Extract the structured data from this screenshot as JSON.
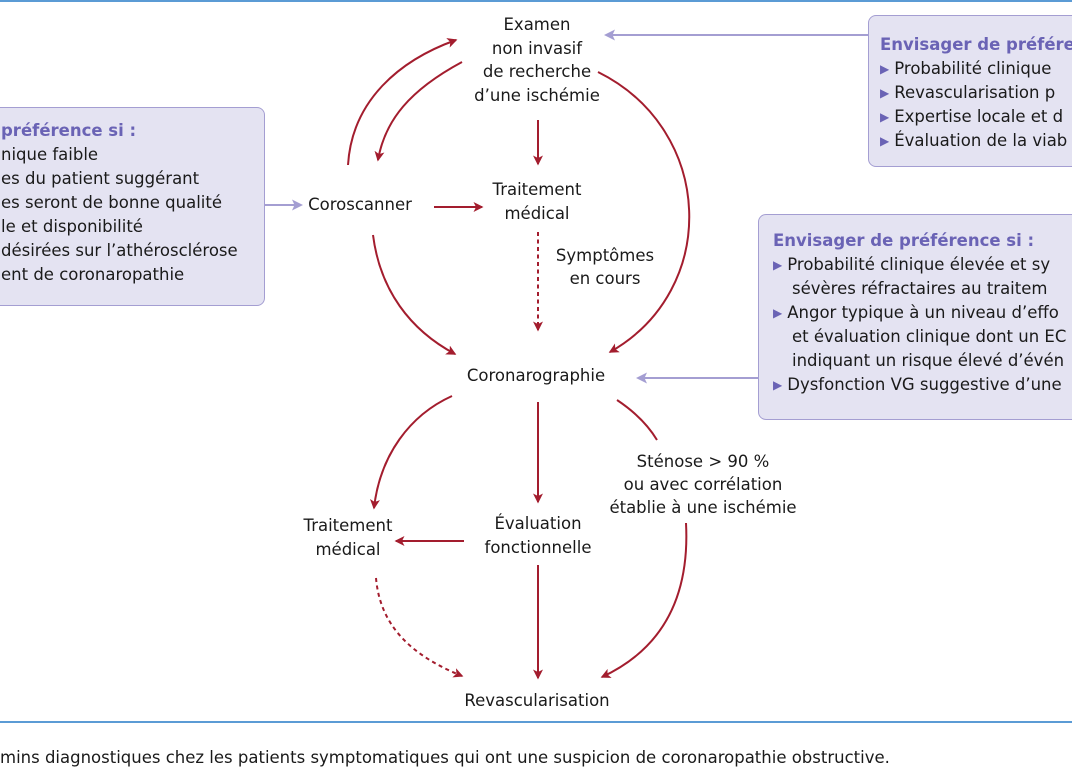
{
  "colors": {
    "rule": "#5b9bd5",
    "arrow": "#a31d2e",
    "purple_arrow": "#a49ed2",
    "box_bg": "#e4e3f2",
    "box_title": "#6a63b5"
  },
  "nodes": {
    "examen": [
      "Examen",
      "non invasif",
      "de recherche",
      "d’une ischémie"
    ],
    "coroscanner": "Coroscanner",
    "traitement_medical_top": [
      "Traitement",
      "médical"
    ],
    "coronarographie": "Coronarographie",
    "traitement_medical_bottom": [
      "Traitement",
      "médical"
    ],
    "evaluation": [
      "Évaluation",
      "fonctionnelle"
    ],
    "revascularisation": "Revascularisation"
  },
  "labels": {
    "symptomes": [
      "Symptômes",
      "en cours"
    ],
    "stenose": [
      "Sténose > 90 %",
      "ou avec corrélation",
      "établie à une ischémie"
    ]
  },
  "boxes": {
    "left": {
      "title": "préférence si :",
      "lines": [
        "nique faible",
        "es du patient suggérant",
        "es seront de bonne qualité",
        "le et disponibilité",
        "désirées sur l’athérosclérose",
        "ent de coronaropathie"
      ]
    },
    "top_right": {
      "title": "Envisager de préféren",
      "items": [
        "Probabilité clinique",
        "Revascularisation p",
        "Expertise locale et d",
        "Évaluation de la viab"
      ]
    },
    "right": {
      "title": "Envisager de préférence si :",
      "items": [
        [
          "Probabilité clinique élevée et sy",
          "sévères réfractaires au traitem"
        ],
        [
          "Angor typique à un niveau d’effo",
          "et évaluation clinique dont un EC",
          "indiquant un risque élevé d’évén"
        ],
        [
          "Dysfonction VG suggestive d’une"
        ]
      ]
    }
  },
  "caption": "mins diagnostiques chez les patients symptomatiques qui ont une suspicion de coronaropathie obstructive."
}
